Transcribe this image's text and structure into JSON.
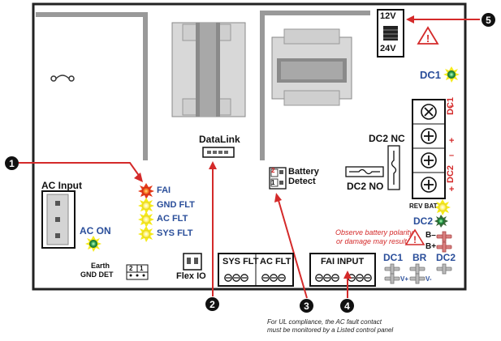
{
  "labels": {
    "datalink": "DataLink",
    "battery": "Battery",
    "detect": "Detect",
    "ac_input": "AC Input",
    "ac_on": "AC ON",
    "fai": "FAI",
    "gnd_flt": "GND FLT",
    "ac_flt": "AC FLT",
    "sys_flt": "SYS FLT",
    "earth": "Earth",
    "gnd_det": "GND DET",
    "flex_io": "Flex IO",
    "sys_flt_block": "SYS FLT",
    "ac_flt_block": "AC FLT",
    "fai_input": "FAI INPUT",
    "dc1": "DC1",
    "dc2": "DC2",
    "dc2_nc": "DC2 NC",
    "dc2_no": "DC2 NO",
    "v12": "12V",
    "v24": "24V",
    "rev_bat": "REV BAT",
    "warn1": "Observe battery polarity",
    "warn2": "or damage may result",
    "b_minus": "B–",
    "b_plus": "B+",
    "dc1_bot": "DC1",
    "br": "BR",
    "dc2_bot": "DC2",
    "v_plus": "V+",
    "v_minus": "V-",
    "dc1_side": "DC1",
    "dc2_side": "DC2",
    "minus": "–",
    "plus": "+",
    "pin2": "2",
    "pin1": "1",
    "gnd_pin2": "2",
    "gnd_pin1": "1",
    "note1": "For UL compliance, the AC fault contact",
    "note2": "must be monitored by a Listed control panel"
  },
  "callouts": [
    "1",
    "2",
    "3",
    "4",
    "5"
  ],
  "colors": {
    "board_outline": "#222222",
    "text_blue": "#2a4e9a",
    "warning_red": "#d42a2a",
    "led_red": "#e43a1a",
    "led_yellow": "#f5ea1a",
    "led_green": "#2aa04a"
  }
}
